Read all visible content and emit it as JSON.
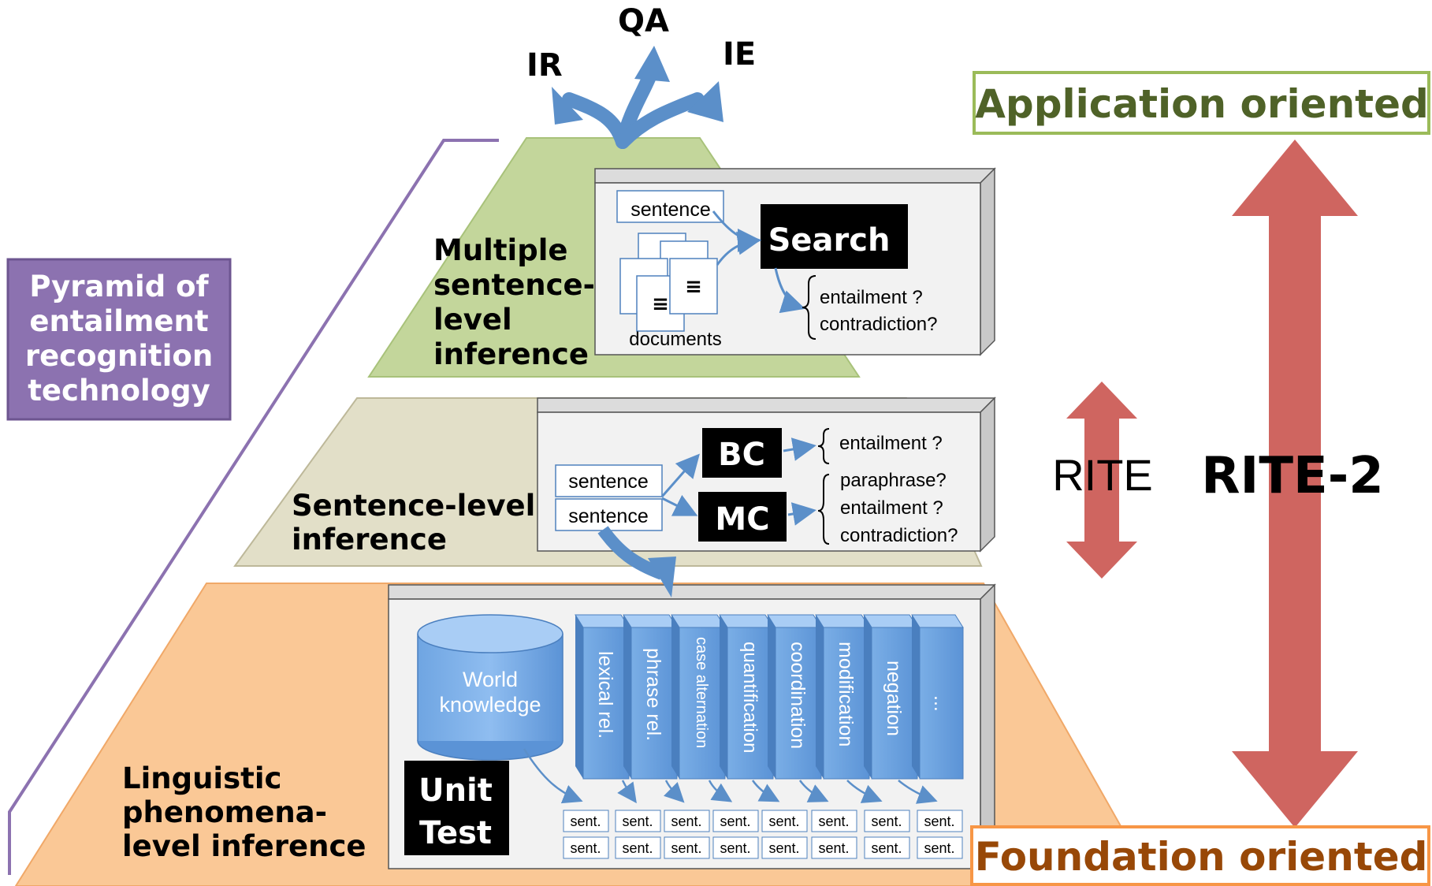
{
  "title": "Pyramid of entailment recognition technology",
  "side_label": [
    "Pyramid of",
    "entailment",
    "recognition",
    "technology"
  ],
  "top_outputs": {
    "ir": "IR",
    "qa": "QA",
    "ie": "IE"
  },
  "levels": {
    "top": {
      "label": [
        "Multiple",
        "sentence-",
        "level",
        "inference"
      ],
      "sentence": "sentence",
      "search": "Search",
      "documents": "documents",
      "doc_icon": "≡",
      "results": [
        "entailment ?",
        "contradiction?"
      ]
    },
    "middle": {
      "label": [
        "Sentence-level",
        "inference"
      ],
      "sentence1": "sentence",
      "sentence2": "sentence",
      "bc": "BC",
      "mc": "MC",
      "bc_results": [
        "entailment ?"
      ],
      "mc_results": [
        "paraphrase?",
        "entailment ?",
        "contradiction?"
      ]
    },
    "bottom": {
      "label": [
        "Linguistic",
        "phenomena-",
        "level inference"
      ],
      "world_knowledge": [
        "World",
        "knowledge"
      ],
      "unit_test": [
        "Unit",
        "Test"
      ],
      "columns": [
        "lexical rel.",
        "phrase rel.",
        "case alternation",
        "quantification",
        "coordination",
        "modification",
        "negation",
        "..."
      ],
      "sent_label": "sent."
    }
  },
  "right": {
    "application": "Application oriented",
    "foundation": "Foundation oriented",
    "rite": "RITE",
    "rite2": "RITE-2"
  },
  "colors": {
    "purple": "#8c72b0",
    "green_layer": "#c3d69b",
    "khaki_layer": "#e2dfc8",
    "orange_layer": "#fac896",
    "red_arrow": "#cf6560",
    "blue_arrow": "#5b8fc9",
    "app_text": "#4f6228",
    "foundation_text": "#984807"
  }
}
